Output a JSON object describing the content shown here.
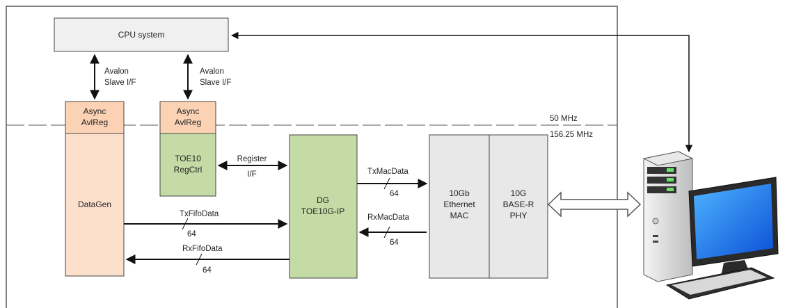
{
  "blocks": {
    "cpu": "CPU system",
    "async1": [
      "Async",
      "AvlReg"
    ],
    "async2": [
      "Async",
      "AvlReg"
    ],
    "datagen": "DataGen",
    "regctrl": [
      "TOE10",
      "RegCtrl"
    ],
    "toe": [
      "DG",
      "TOE10G-IP"
    ],
    "mac": [
      "10Gb",
      "Ethernet",
      "MAC"
    ],
    "phy": [
      "10G",
      "BASE-R",
      "PHY"
    ]
  },
  "labels": {
    "avalon1": [
      "Avalon",
      "Slave I/F"
    ],
    "avalon2": [
      "Avalon",
      "Slave I/F"
    ],
    "register": [
      "Register",
      "I/F"
    ],
    "txmac": "TxMacData",
    "txmac_w": "64",
    "rxmac": "RxMacData",
    "rxmac_w": "64",
    "txfifo": "TxFifoData",
    "txfifo_w": "64",
    "rxfifo": "RxFifoData",
    "rxfifo_w": "64",
    "clk50": "50 MHz",
    "clk156": "156.25 MHz"
  },
  "colors": {
    "async": "#fbd3b4",
    "datagen": "#fde0cc",
    "green": "#c4dba6",
    "gray": "#e8e8e8",
    "cpu": "#f0f0f0"
  },
  "icons": {
    "pc": "desktop-computer-icon"
  }
}
